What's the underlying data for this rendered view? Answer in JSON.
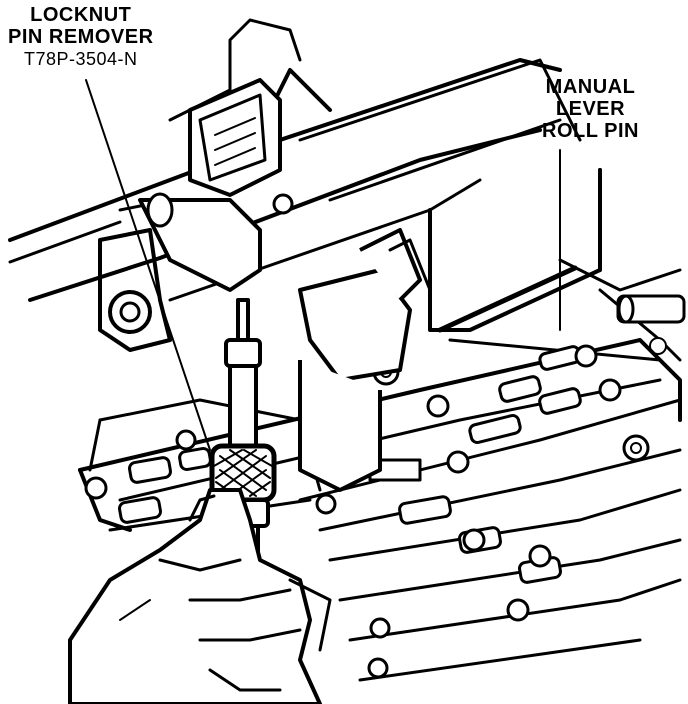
{
  "callouts": {
    "locknut_pin_remover": {
      "line1": "LOCKNUT",
      "line2": "PIN REMOVER",
      "part_number": "T78P-3504-N"
    },
    "manual_lever_roll_pin": {
      "line1": "MANUAL",
      "line2": "LEVER",
      "line3": "ROLL PIN"
    }
  },
  "colors": {
    "ink": "#000000",
    "paper": "#ffffff"
  }
}
